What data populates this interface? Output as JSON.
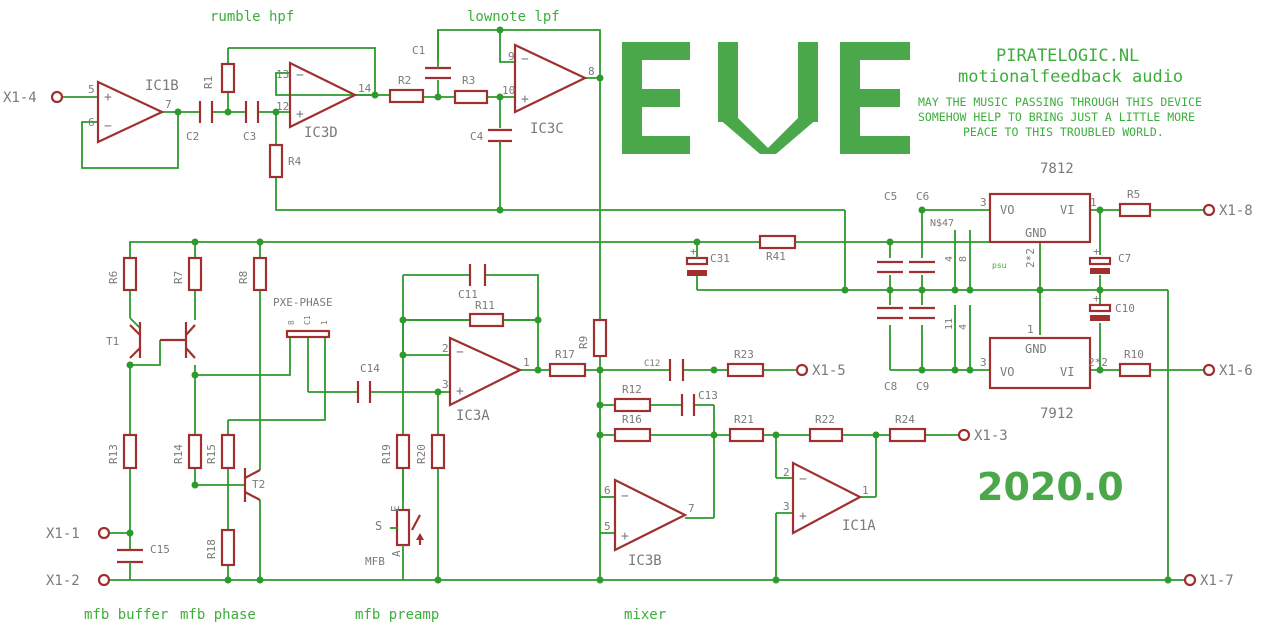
{
  "title": {
    "logo": "EVE",
    "brand": "PIRATELOGIC.NL",
    "subtitle": "motionalfeedback audio",
    "motto_1": "MAY THE MUSIC PASSING THROUGH THIS DEVICE",
    "motto_2": "SOMEHOW HELP TO BRING JUST A LITTLE MORE",
    "motto_3": "PEACE TO THIS TROUBLED WORLD.",
    "version": "2020.0"
  },
  "sections": {
    "rumble": "rumble hpf",
    "lownote": "lownote lpf",
    "mfb_buffer": "mfb buffer",
    "mfb_phase": "mfb phase",
    "mfb_preamp": "mfb preamp",
    "mixer": "mixer"
  },
  "connectors": {
    "x1_4": "X1-4",
    "x1_1": "X1-1",
    "x1_2": "X1-2",
    "x1_5": "X1-5",
    "x1_3": "X1-3",
    "x1_7": "X1-7",
    "x1_8": "X1-8",
    "x1_6": "X1-6"
  },
  "ics": {
    "ic1b": "IC1B",
    "ic3d": "IC3D",
    "ic3c": "IC3C",
    "ic3a": "IC3A",
    "ic3b": "IC3B",
    "ic1a": "IC1A",
    "reg_pos": "7812",
    "reg_neg": "7912"
  },
  "regulator": {
    "vo": "VO",
    "vi": "VI",
    "gnd": "GND",
    "pin1": "1",
    "pin3": "3",
    "pin2": "2*2",
    "psu": "psu",
    "ns": "N$47"
  },
  "resistors": {
    "r1": "R1",
    "r2": "R2",
    "r3": "R3",
    "r4": "R4",
    "r5": "R5",
    "r6": "R6",
    "r7": "R7",
    "r8": "R8",
    "r9": "R9",
    "r10": "R10",
    "r11": "R11",
    "r12": "R12",
    "r13": "R13",
    "r14": "R14",
    "r15": "R15",
    "r16": "R16",
    "r17": "R17",
    "r18": "R18",
    "r19": "R19",
    "r20": "R20",
    "r21": "R21",
    "r22": "R22",
    "r23": "R23",
    "r24": "R24",
    "r41": "R41"
  },
  "capacitors": {
    "c1": "C1",
    "c2": "C2",
    "c3": "C3",
    "c4": "C4",
    "c5": "C5",
    "c6": "C6",
    "c7": "C7",
    "c8": "C8",
    "c9": "C9",
    "c10": "C10",
    "c11": "C11",
    "c12": "C12",
    "c13": "C13",
    "c14": "C14",
    "c15": "C15",
    "c31": "C31"
  },
  "transistors": {
    "t1": "T1",
    "t2": "T2"
  },
  "pot": {
    "s": "S",
    "e": "E",
    "a": "A",
    "mfb": "MFB"
  },
  "header": {
    "name": "PXE-PHASE"
  },
  "pins": {
    "p5": "5",
    "p6": "6",
    "p7": "7",
    "p13": "13",
    "p12": "12",
    "p14": "14",
    "p9": "9",
    "p10": "10",
    "p8": "8",
    "p2": "2",
    "p3": "3",
    "p1": "1",
    "p4": "4",
    "p11": "11",
    "p8b": "8",
    "p4b": "4",
    "p11b": "11"
  },
  "header_pins": {
    "h1": "8",
    "h2": "C1",
    "h3": "1"
  },
  "colors": {
    "wire": "#2c9a2c",
    "part": "#a03030",
    "label": "#7a7a7a",
    "accent": "#4aa84a"
  }
}
